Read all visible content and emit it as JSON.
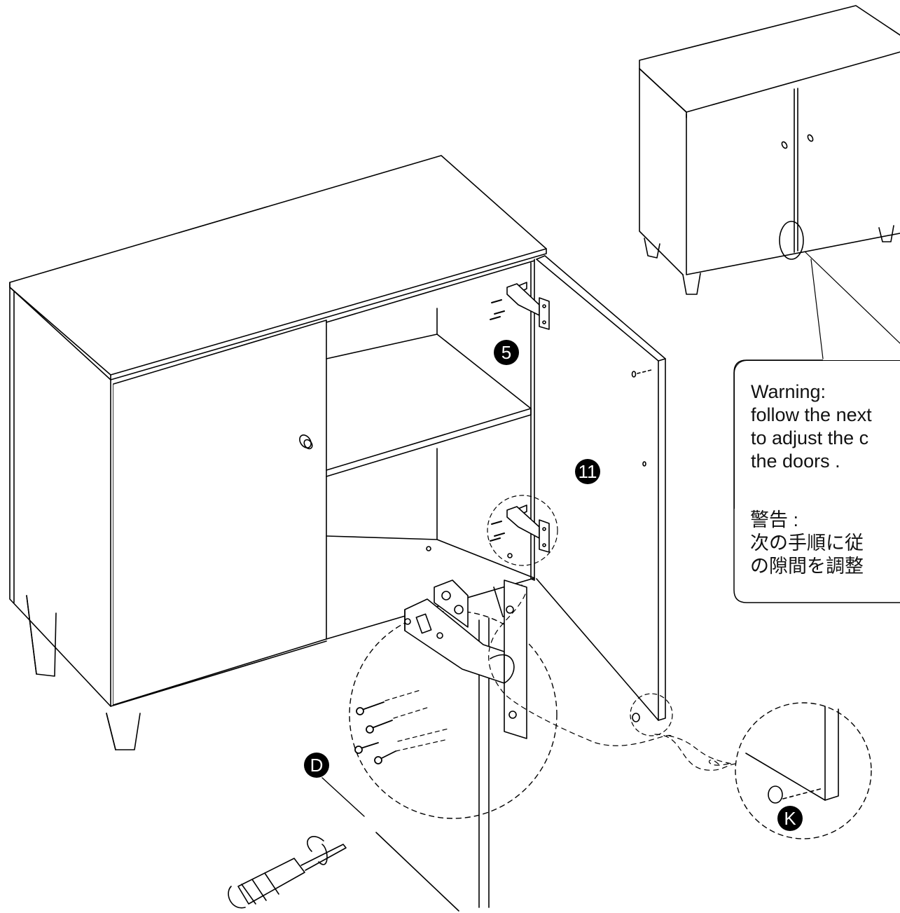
{
  "callouts": {
    "part_5": "5",
    "part_11": "11",
    "hardware_d": "D",
    "hardware_k": "K"
  },
  "warning": {
    "title_en": "Warning:",
    "lines_en": [
      "follow the next",
      "to adjust the c",
      "the doors ."
    ],
    "title_ja": "警告 :",
    "lines_ja": [
      "次の手順に従",
      "の隙間を調整"
    ]
  },
  "colors": {
    "line": "#000000",
    "badge": "#000000",
    "background": "#ffffff"
  }
}
